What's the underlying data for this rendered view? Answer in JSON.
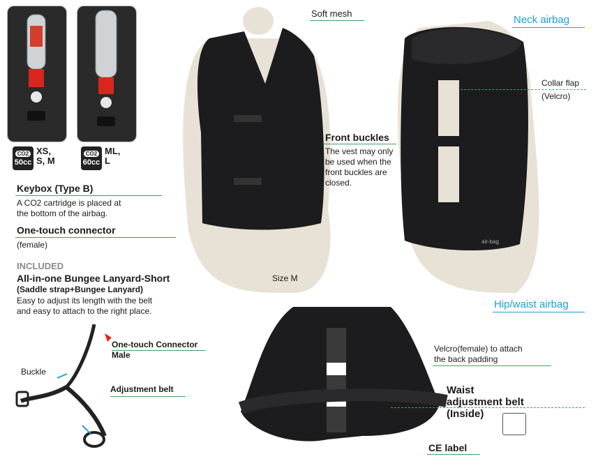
{
  "cartridges": [
    {
      "cc": "50cc",
      "co2": "CO2",
      "sizes_line1": "XS,",
      "sizes_line2": "S, M"
    },
    {
      "cc": "60cc",
      "co2": "CO2",
      "sizes_line1": "ML,",
      "sizes_line2": "L"
    }
  ],
  "keybox": {
    "title": "Keybox (Type B)",
    "desc_line1": "A CO2 cartridge is placed at",
    "desc_line2": "the bottom of the airbag."
  },
  "connector": {
    "title": "One-touch connector",
    "sub": "(female)"
  },
  "included": {
    "heading": "INCLUDED",
    "title": "All-in-one Bungee Lanyard-Short",
    "subtitle": "(Saddle strap+Bungee Lanyard)",
    "desc_line1": "Easy to adjust its length with the belt",
    "desc_line2": "and easy to attach to the right place."
  },
  "lanyard": {
    "connector_label_line1": "One-touch Connector",
    "connector_label_line2": "Male",
    "buckle": "Buckle",
    "adjustment": "Adjustment belt"
  },
  "front": {
    "soft_mesh": "Soft mesh",
    "buckles_title": "Front buckles",
    "buckles_desc_line1": "The vest may only",
    "buckles_desc_line2": "be used when the",
    "buckles_desc_line3": "front buckles are",
    "buckles_desc_line4": "closed.",
    "size": "Size M"
  },
  "back": {
    "neck_airbag": "Neck airbag",
    "collar_line1": "Collar flap",
    "collar_line2": "(Velcro)",
    "hip_airbag": "Hip/waist airbag",
    "vest_print": "air-bag"
  },
  "inside": {
    "velcro_line1": "Velcro(female) to attach",
    "velcro_line2": "the back padding",
    "waist_line1": "Waist",
    "waist_line2": "adjustment belt",
    "waist_line3": "(Inside)",
    "ce_label": "CE label"
  },
  "colors": {
    "accent_blue": "#1aa0d8",
    "line_green": "#3ea35a",
    "vest": "#1c1c1e",
    "mannequin": "#e8e2d6"
  }
}
